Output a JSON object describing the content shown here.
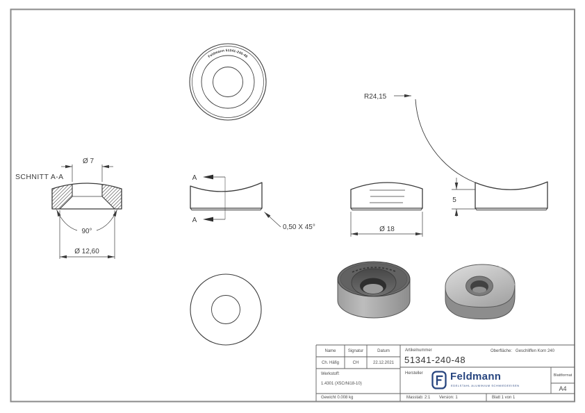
{
  "page": {
    "bg": "#ffffff",
    "frame_color": "#8a8a8a",
    "line_color": "#3a3a3a",
    "accent_blue": "#27457f"
  },
  "drawing": {
    "top_view": {
      "engraving": "Feldmann 51341-240-48"
    },
    "section_view": {
      "label": "SCHNITT A-A",
      "hole_dia": "Ø 7",
      "countersink_angle": "90°",
      "countersink_dia": "Ø 12,60"
    },
    "cut_view": {
      "cut_label_top": "A",
      "cut_label_bottom": "A",
      "chamfer_note": "0,50 X 45°"
    },
    "front_view": {
      "outer_dia": "Ø 18"
    },
    "saddle_view": {
      "height": "5",
      "radius": "R24,15"
    }
  },
  "titleblock": {
    "header": [
      {
        "label": "Name",
        "value": "Ch. Häfig"
      },
      {
        "label": "Signatur",
        "value": "CH"
      },
      {
        "label": "Datum",
        "value": "22.12.2021"
      }
    ],
    "artikelnummer": {
      "label": "Artikelnummer",
      "value": "51341-240-48"
    },
    "oberflaeche": {
      "label": "Oberfläche:",
      "value": "Geschliffen Korn 240"
    },
    "werkstoff": {
      "label": "Werkstoff:",
      "value": "1.4301 (X5CrNi18-10)"
    },
    "hersteller_label": "Hersteller",
    "gewicht": "Gewicht 0.008 kg",
    "masstab": "Masstab: 2:1",
    "version": "Version: 1",
    "blatt": "Blatt 1 von 1",
    "blattformat": {
      "label": "Blattformat",
      "value": "A4"
    },
    "logo": {
      "name": "Feldmann",
      "tagline": "EDELSTAHL ALUMINIUM SCHMIEDEEISEN"
    }
  }
}
